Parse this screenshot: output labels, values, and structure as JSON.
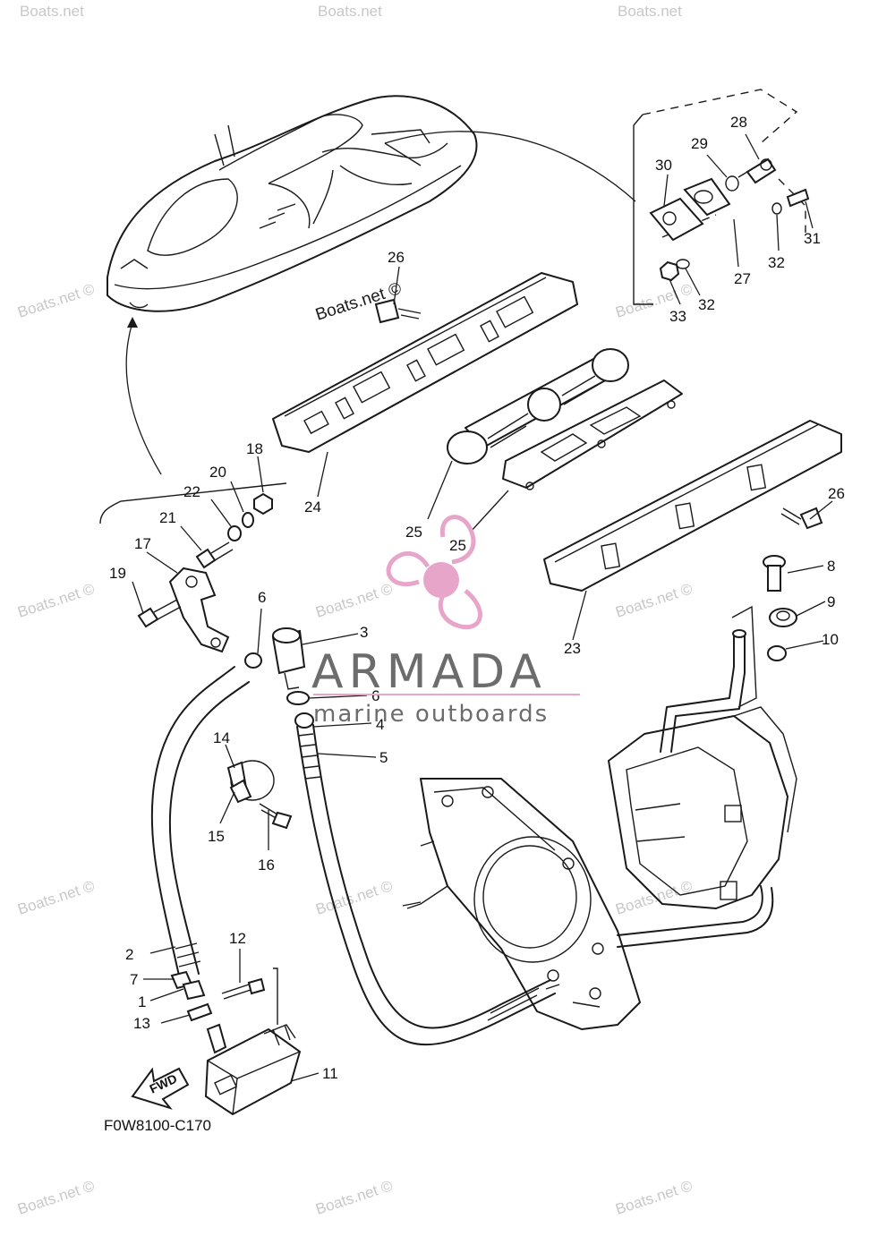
{
  "diagram": {
    "code": "F0W8100-C170",
    "fwd_label": "FWD",
    "callouts": [
      "1",
      "2",
      "3",
      "4",
      "5",
      "6",
      "6",
      "7",
      "8",
      "9",
      "10",
      "11",
      "12",
      "13",
      "14",
      "15",
      "16",
      "17",
      "18",
      "19",
      "20",
      "21",
      "22",
      "23",
      "24",
      "25",
      "25",
      "26",
      "26",
      "27",
      "28",
      "29",
      "30",
      "31",
      "32",
      "32",
      "33"
    ]
  },
  "watermarks": {
    "site_text": "Boats.net",
    "copyright_text": "Boats.net ©"
  },
  "logo": {
    "name": "ARMADA",
    "tagline": "marine outboards",
    "accent_color": "#e7a6c9",
    "text_color": "#6c6c6c"
  }
}
